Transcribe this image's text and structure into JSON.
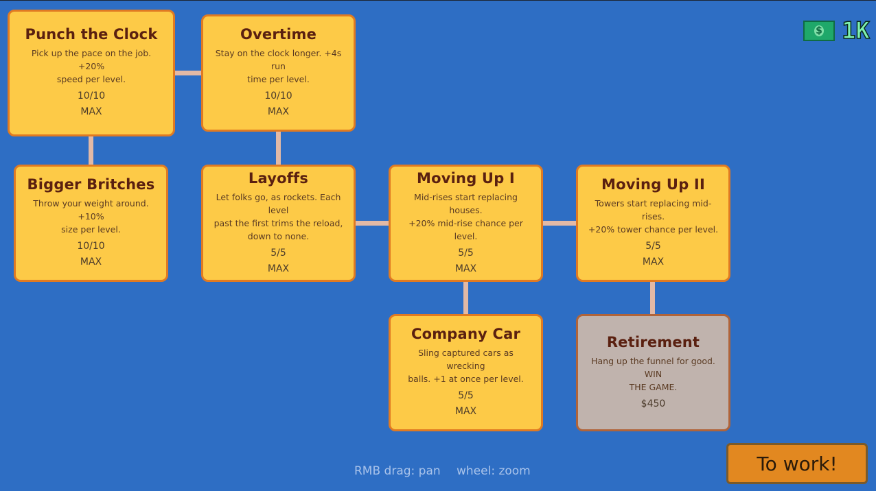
{
  "currency": {
    "icon": "dollar-bill-icon",
    "glyph": "$",
    "amount": "1K",
    "colors": {
      "bill": "#1fa86a",
      "text": "#7ff2b0"
    }
  },
  "nodes": [
    {
      "id": "punch-the-clock",
      "title": "Punch the Clock",
      "desc_lines": [
        "Pick up the pace on the job. +20%",
        "speed per level."
      ],
      "level": "10/10",
      "status": "MAX"
    },
    {
      "id": "overtime",
      "title": "Overtime",
      "desc_lines": [
        "Stay on the clock longer. +4s run",
        "time per level."
      ],
      "level": "10/10",
      "status": "MAX"
    },
    {
      "id": "bigger-britches",
      "title": "Bigger Britches",
      "desc_lines": [
        "Throw your weight around. +10%",
        "size per level."
      ],
      "level": "10/10",
      "status": "MAX"
    },
    {
      "id": "layoffs",
      "title": "Layoffs",
      "desc_lines": [
        "Let folks go, as rockets. Each level",
        "past the first trims the reload,",
        "down to none."
      ],
      "level": "5/5",
      "status": "MAX"
    },
    {
      "id": "moving-up-1",
      "title": "Moving Up I",
      "desc_lines": [
        "Mid-rises start replacing houses.",
        "+20% mid-rise chance per level."
      ],
      "level": "5/5",
      "status": "MAX"
    },
    {
      "id": "moving-up-2",
      "title": "Moving Up II",
      "desc_lines": [
        "Towers start replacing mid-rises.",
        "+20% tower chance per level."
      ],
      "level": "5/5",
      "status": "MAX"
    },
    {
      "id": "company-car",
      "title": "Company Car",
      "desc_lines": [
        "Sling captured cars as wrecking",
        "balls. +1 at once per level."
      ],
      "level": "5/5",
      "status": "MAX"
    },
    {
      "id": "retirement",
      "title": "Retirement",
      "desc_lines": [
        "Hang up the funnel for good. WIN",
        "THE GAME."
      ],
      "level": "$450",
      "status": ""
    }
  ],
  "hints": {
    "pan": "RMB drag: pan",
    "zoom": "wheel: zoom"
  },
  "work_button": {
    "label": "To work!"
  },
  "colors": {
    "background": "#2e6ec4",
    "node": "#fdca47",
    "node_border": "#e07a22",
    "locked_node": "#c0b3ad",
    "connector": "#e2b9a6",
    "button": "#e28820"
  }
}
